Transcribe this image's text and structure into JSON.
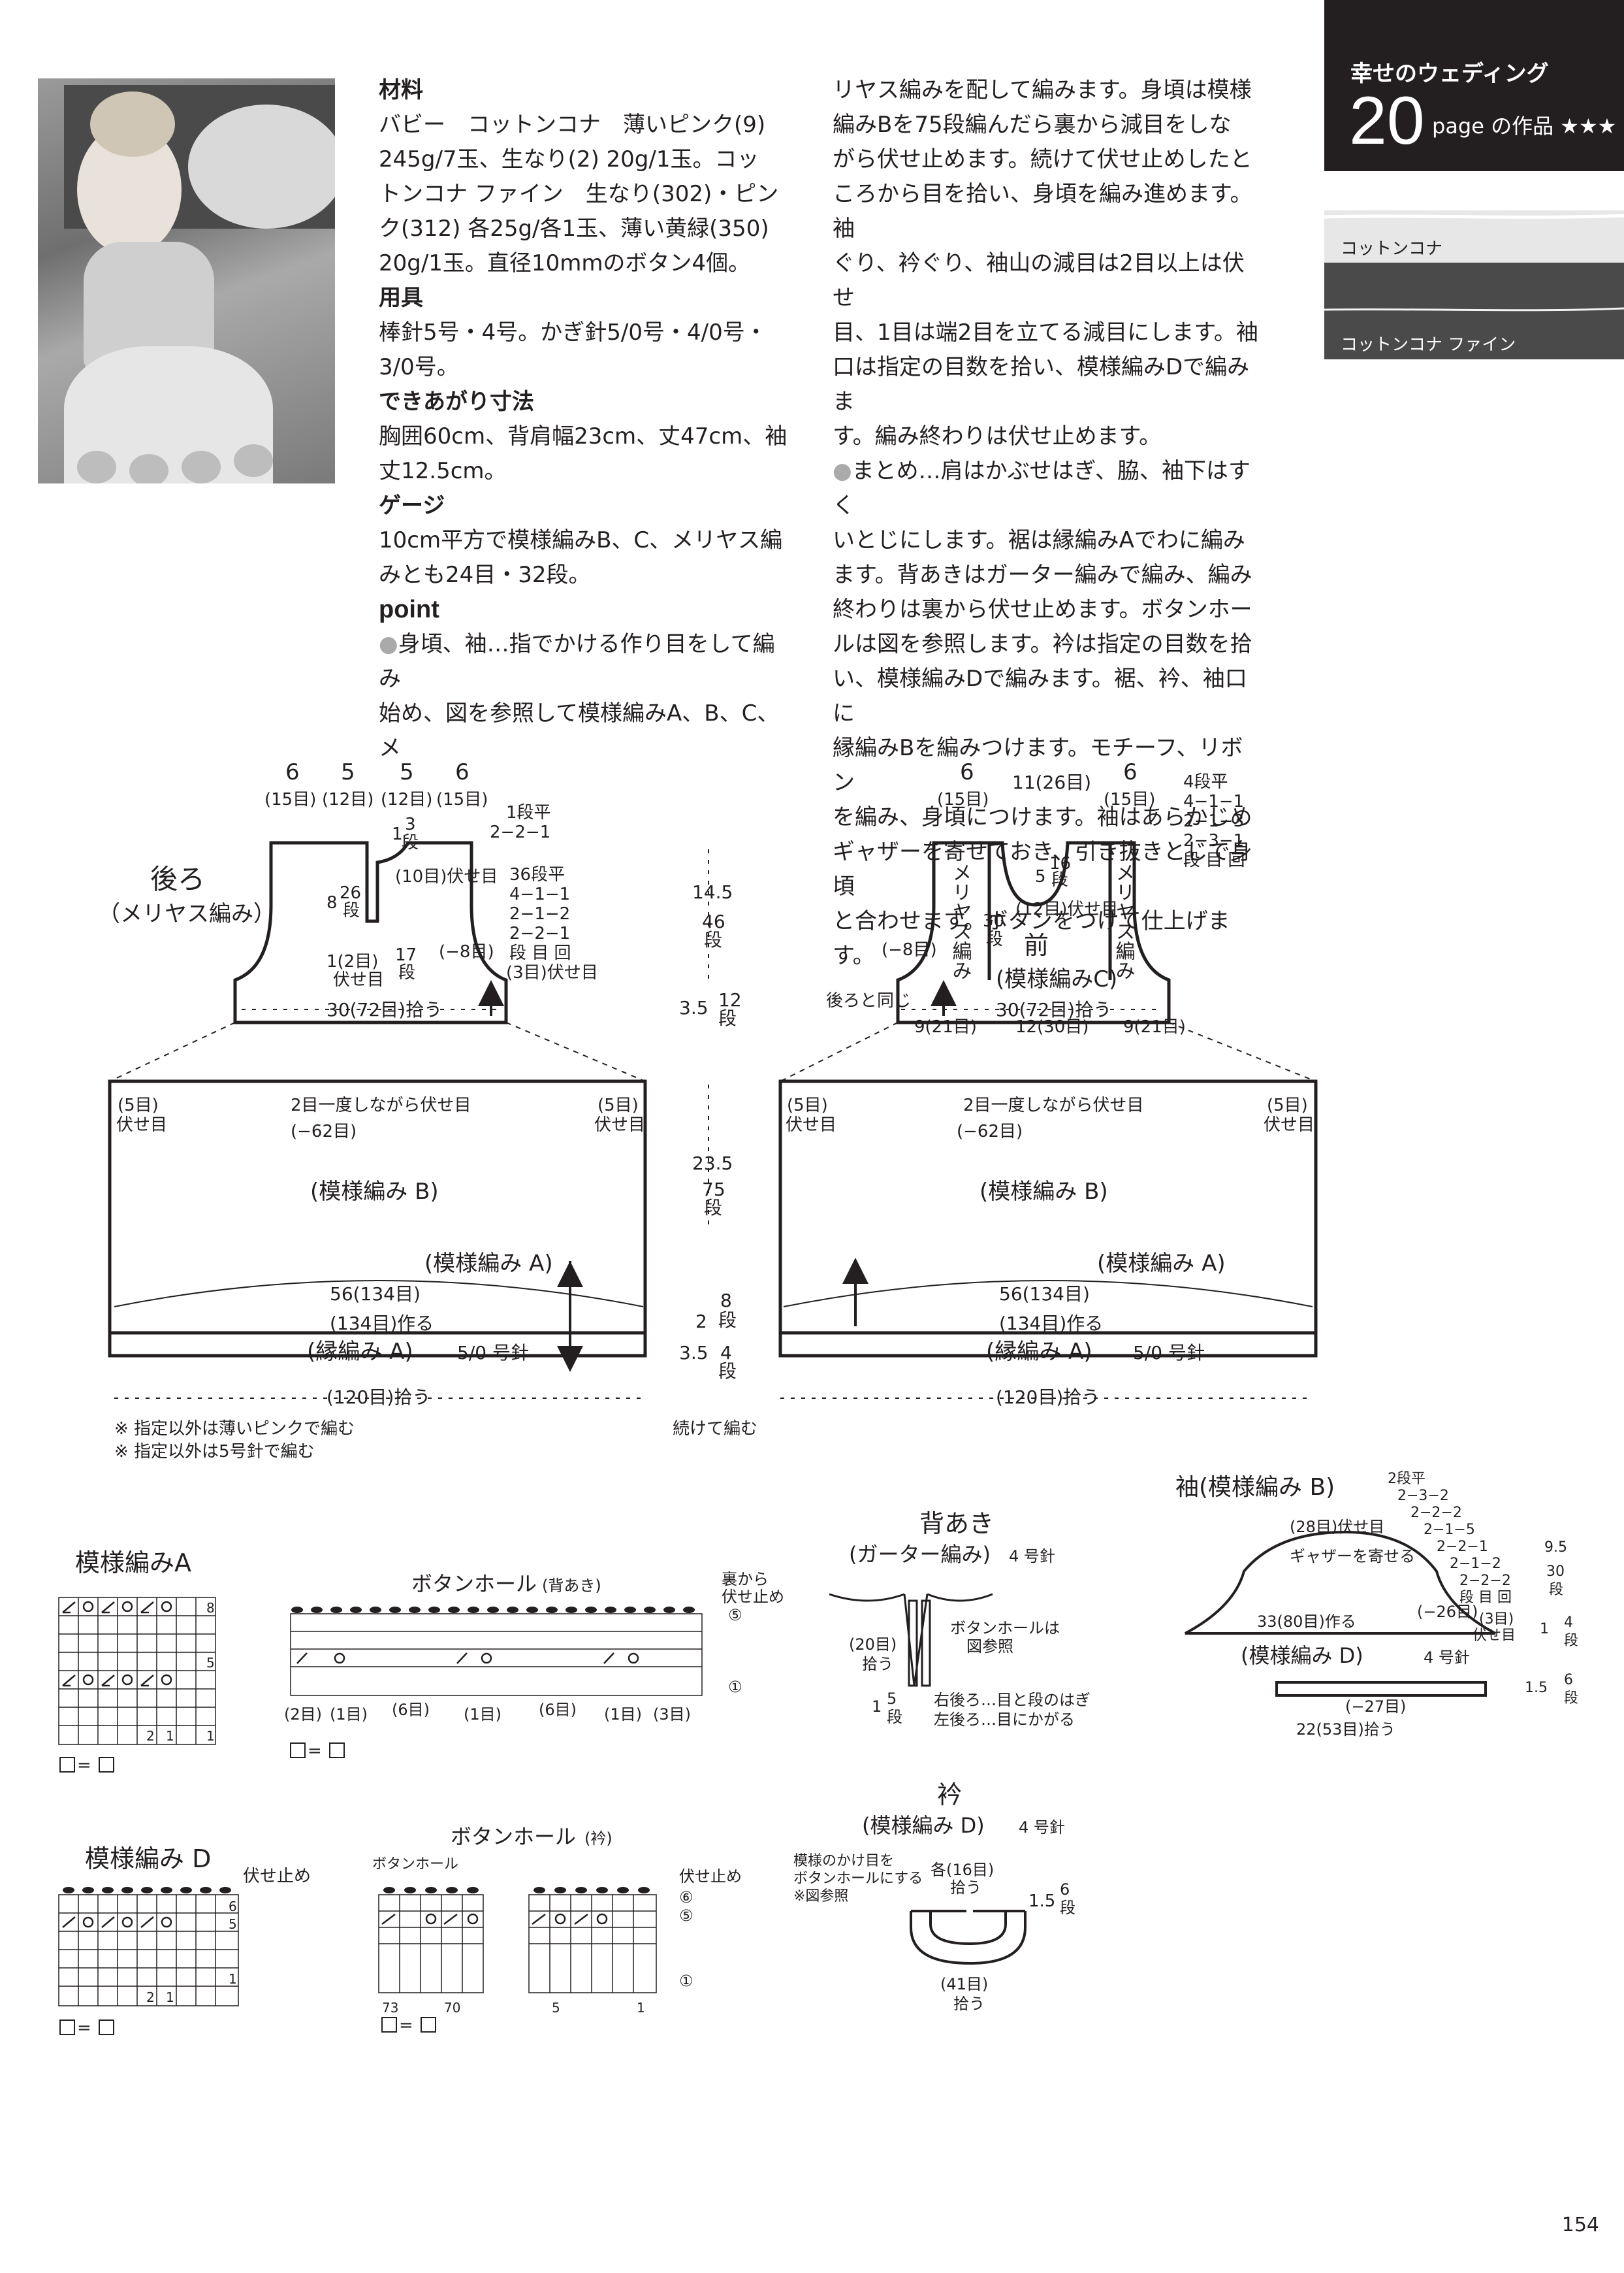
{
  "photo": {
    "alt": ""
  },
  "materials": {
    "head": "材料",
    "lines": [
      "バビー　コットンコナ　薄いピンク(9)",
      "245g/7玉、生なり(2) 20g/1玉。コッ",
      "トンコナ ファイン　生なり(302)・ピン",
      "ク(312) 各25g/各1玉、薄い黄緑(350)",
      "20g/1玉。直径10mmのボタン4個。"
    ]
  },
  "tools": {
    "head": "用具",
    "lines": [
      "棒針5号・4号。かぎ針5/0号・4/0号・",
      "3/0号。"
    ]
  },
  "size": {
    "head": "できあがり寸法",
    "lines": [
      "胸囲60cm、背肩幅23cm、丈47cm、袖",
      "丈12.5cm。"
    ]
  },
  "gauge": {
    "head": "ゲージ",
    "lines": [
      "10cm平方で模様編みB、C、メリヤス編",
      "みとも24目・32段。"
    ]
  },
  "point": {
    "head": "point",
    "bullet": "●",
    "lines": [
      "身頃、袖…指でかける作り目をして編み",
      "始め、図を参照して模様編みA、B、C、メ"
    ]
  },
  "col2": {
    "lines": [
      "リヤス編みを配して編みます。身頃は模様",
      "編みBを75段編んだら裏から減目をしな",
      "がら伏せ止めます。続けて伏せ止めしたと",
      "ころから目を拾い、身頃を編み進めます。袖",
      "ぐり、衿ぐり、袖山の減目は2目以上は伏せ",
      "目、1目は端2目を立てる減目にします。袖",
      "口は指定の目数を拾い、模様編みDで編みま",
      "す。編み終わりは伏せ止めます。"
    ],
    "bullet": "●",
    "lines2": [
      "まとめ…肩はかぶせはぎ、脇、袖下はすく",
      "いとじにします。裾は縁編みAでわに編み",
      "ます。背あきはガーター編みで編み、編み",
      "終わりは裏から伏せ止めます。ボタンホー",
      "ルは図を参照します。衿は指定の目数を拾",
      "い、模様編みDで編みます。裾、衿、袖口に",
      "縁編みBを編みつけます。モチーフ、リボン",
      "を編み、身頃につけます。袖はあらかじめ",
      "ギャザーを寄せておき、引き抜きとじで身頃",
      "と合わせます。ボタンをつけて仕上げます。"
    ]
  },
  "header": {
    "series": "幸せのウェディング",
    "number": "20",
    "page_label": "page の作品 ★★★"
  },
  "yarns": [
    "コットンコナ",
    "コットンコナ ファイン"
  ],
  "diagram": {
    "back_title": "後ろ",
    "back_sub": "（メリヤス編み）",
    "front_title": "前",
    "front_sub": "(模様編みC)",
    "front_side": "メリヤス編み",
    "back_top_dims": [
      "6",
      "5",
      "5",
      "6"
    ],
    "back_top_sts": [
      "(15目)",
      "(12目)",
      "(12目)",
      "(15目)"
    ],
    "front_top_dims": [
      "6",
      "11(26目)",
      "6"
    ],
    "front_top_sts": [
      "(15目)",
      "(15目)"
    ],
    "back_neck": [
      "1段平",
      "2−2−1",
      "(10目)伏せ目"
    ],
    "back_arm": [
      "36段平",
      "4−1−1",
      "2−1−2",
      "2−2−1",
      "段 目 回",
      "(3目)伏せ目"
    ],
    "front_arm": [
      "4段平",
      "4−1−1",
      "2−1−3",
      "2−3−1",
      "段 目 回"
    ],
    "back_misc": [
      "1",
      "3",
      "段",
      "8",
      "26",
      "段",
      "1(2目)",
      "伏せ目",
      "17",
      "段",
      "(−8目)"
    ],
    "back_bottom": "30(72目)拾う",
    "front_misc": [
      "5",
      "16",
      "段",
      "(12目)伏せ目",
      "30",
      "段",
      "(−8目)",
      "後ろと同じ"
    ],
    "front_bottom": [
      "9(21目)",
      "30(72目)拾う",
      "12(30目)",
      "9(21目)"
    ],
    "mid_dims": [
      "14.5",
      "46",
      "段",
      "3.5",
      "12",
      "段",
      "23.5",
      "75",
      "段",
      "8",
      "段",
      "2",
      "3.5",
      "4",
      "段"
    ],
    "skirt_top": "2目一度しながら伏せ目",
    "skirt_dec": "(−62目)",
    "skirt_side": [
      "(5目)",
      "伏せ目"
    ],
    "pattern_b": "(模様編み B)",
    "pattern_a": "(模様編み A)",
    "skirt_width": "56(134目)",
    "cast_on": "(134目)作る",
    "edging_a": "(縁編み A)",
    "edging_needle": "5/0 号針",
    "pickup": "(120目)拾う",
    "continue": "続けて編む",
    "notes": [
      "※ 指定以外は薄いピンクで編む",
      "※ 指定以外は5号針で編む"
    ]
  },
  "charts": {
    "pattern_a": {
      "title": "模様編みA",
      "rows": [
        "8",
        "5",
        "1"
      ],
      "cols": [
        "2",
        "1"
      ],
      "key": "="
    },
    "buttonhole_back": {
      "title": "ボタンホール",
      "sub": "(背あき)",
      "right": [
        "裏から",
        "伏せ止め",
        "⑤",
        "①"
      ],
      "bottom": [
        "(2目)",
        "(1目)",
        "(6目)",
        "(1目)",
        "(6目)",
        "(1目)",
        "(3目)"
      ]
    },
    "pattern_d": {
      "title": "模様編み D",
      "right": "伏せ止め",
      "rows": [
        "6",
        "5",
        "1"
      ],
      "cols": [
        "2",
        "1"
      ]
    },
    "buttonhole_collar": {
      "title": "ボタンホール",
      "sub": "(衿)",
      "label": "ボタンホール",
      "right": [
        "伏せ止め",
        "⑥",
        "⑤",
        "①"
      ],
      "cols": [
        "73",
        "70",
        "5",
        "1"
      ]
    },
    "back_opening": {
      "title": "背あき",
      "sub": "(ガーター編み)",
      "needle": "4 号針",
      "labels": [
        "(20目)",
        "拾う",
        "ボタンホールは",
        "図参照",
        "1",
        "5",
        "段",
        "右後ろ…目と段のはぎ",
        "左後ろ…目にかがる"
      ]
    },
    "collar": {
      "title": "衿",
      "sub": "(模様編み D)",
      "needle": "4 号針",
      "labels": [
        "模様のかけ目を",
        "ボタンホールにする",
        "※図参照",
        "各(16目)",
        "拾う",
        "1.5",
        "6",
        "段",
        "(41目)",
        "拾う"
      ]
    },
    "sleeve": {
      "title": "袖(模様編み B)",
      "labels": [
        "2段平",
        "2−3−2",
        "2−2−2",
        "2−1−5",
        "2−2−1",
        "2−1−2",
        "2−2−2",
        "段 目 回",
        "(28目)伏せ目",
        "ギャザーを寄せる",
        "33(80目)作る",
        "(−26目)",
        "(3目)",
        "伏せ目",
        "9.5",
        "30",
        "段",
        "1",
        "4",
        "段",
        "1.5",
        "6",
        "段",
        "(模様編み D)",
        "4 号針",
        "(−27目)",
        "22(53目)拾う"
      ]
    }
  },
  "page_number": "154"
}
